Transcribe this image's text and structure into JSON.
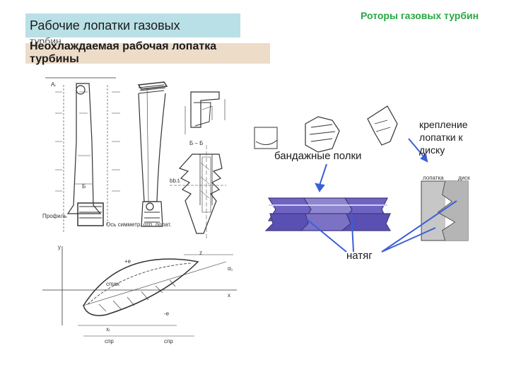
{
  "header": {
    "right_title": "Роторы газовых турбин",
    "title_line1": "Рабочие лопатки газовых",
    "title_line2": "турбин",
    "subtitle": "Неохлаждаемая рабочая лопатка турбины"
  },
  "labels": {
    "bandazh": "бандажные полки",
    "kreplenie": "крепление лопатки к диску",
    "natyag": "натяг",
    "lopatka": "лопатка",
    "disk": "диск"
  },
  "drawing_text": {
    "A_i": "Aᵢ",
    "B": "Б",
    "B_B": "Б – Б",
    "bb_t": "bb.tᵢ",
    "a_alpha": "α₁",
    "x_axis": "x",
    "y_axis": "y",
    "cpp": "cпр",
    "c_max": "cmax",
    "x_i": "xᵢ",
    "z": "z",
    "e_up": "+e",
    "e_down": "-e",
    "note1": "Ось симметр. отп. лопат.",
    "note2": "Профиль"
  },
  "colors": {
    "accent_green": "#27a844",
    "title_bg": "#b9e0e6",
    "subtitle_bg": "#eddcc8",
    "shroud_blue": "#6f63c2",
    "arrow_blue": "#3a5fd8"
  }
}
